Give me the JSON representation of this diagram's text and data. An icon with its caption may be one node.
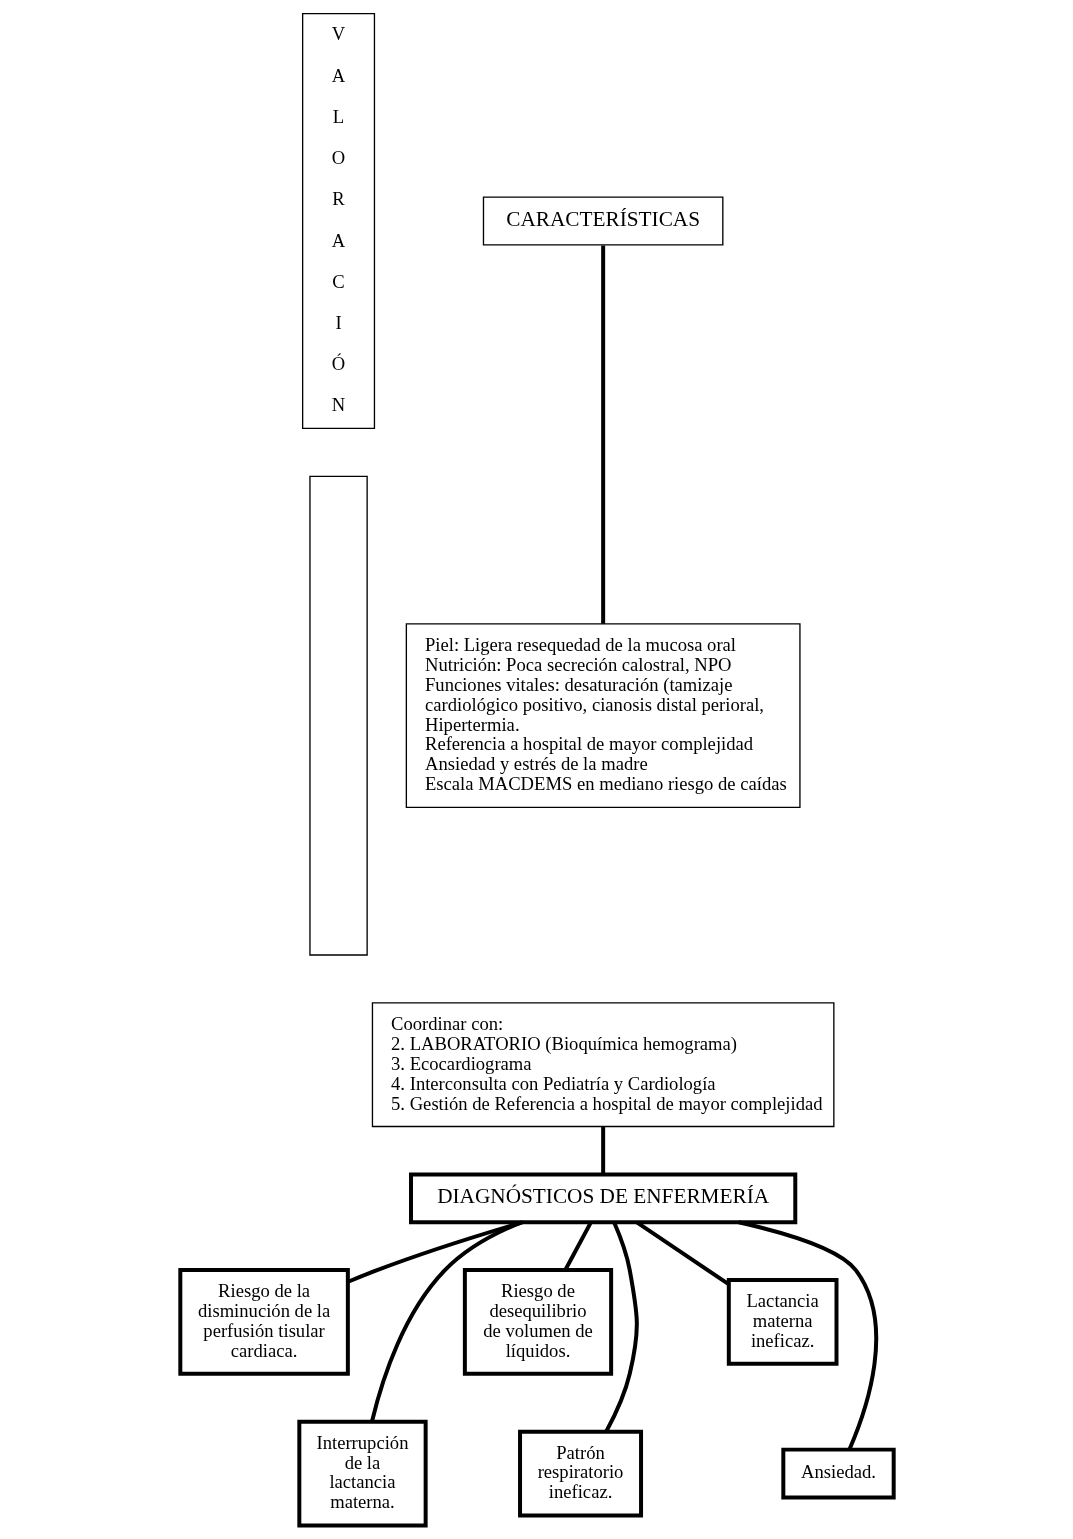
{
  "diagram": {
    "nodes": [
      {
        "text": [
          "V A L O R A C I Ó N"
        ]
      },
      {
        "text": [],
        "shape": "box"
      },
      {
        "text": [
          "CARACTERÍSTICAS"
        ]
      },
      {
        "text": [
          "Piel: Ligera resequedad de la mucosa oral",
          "Nutrición: Poca secreción calostral, NPO",
          "Funciones vitales: desaturación (tamizaje cardiológico positivo, cianosis distal perioral, Hipertermia.",
          "Referencia a hospital de mayor complejidad",
          "Ansiedad y estrés de la madre",
          "Escala MACDEMS en mediano riesgo de caídas"
        ]
      },
      {
        "text": [
          "Coordinar con:",
          "2. LABORATORIO (Bioquímica hemograma)",
          "3. Ecocardiograma",
          "4. Interconsulta con Pediatría y Cardiología",
          "5. Gestión de Referencia a hospital de mayor complejidad"
        ]
      },
      {
        "text": [
          "DIAGNÓSTICOS DE ENFERMERÍA"
        ]
      },
      {
        "text": [
          "Riesgo de la disminución de la perfusión tisular cardiaca."
        ]
      },
      {
        "text": [
          "Riesgo de desequilibrio de volumen de líquidos."
        ]
      },
      {
        "text": [
          "Lactancia materna ineficaz."
        ]
      },
      {
        "text": [
          "Interrupción de la lactancia materna."
        ]
      },
      {
        "text": [
          "Patrón respiratorio ineficaz."
        ]
      },
      {
        "text": [
          "Ansiedad."
        ]
      }
    ],
    "edges": [
      {
        "from": 2,
        "to": 3,
        "arrow": "none"
      },
      {
        "from": 4,
        "to": 5,
        "arrow": "none"
      },
      {
        "from": 5,
        "to": 6,
        "arrow": "none"
      },
      {
        "from": 5,
        "to": 7,
        "arrow": "none"
      },
      {
        "from": 5,
        "to": 8,
        "arrow": "none"
      },
      {
        "from": 5,
        "to": 9,
        "arrow": "none"
      },
      {
        "from": 5,
        "to": 10,
        "arrow": "none"
      },
      {
        "from": 5,
        "to": 11,
        "arrow": "none"
      }
    ]
  }
}
